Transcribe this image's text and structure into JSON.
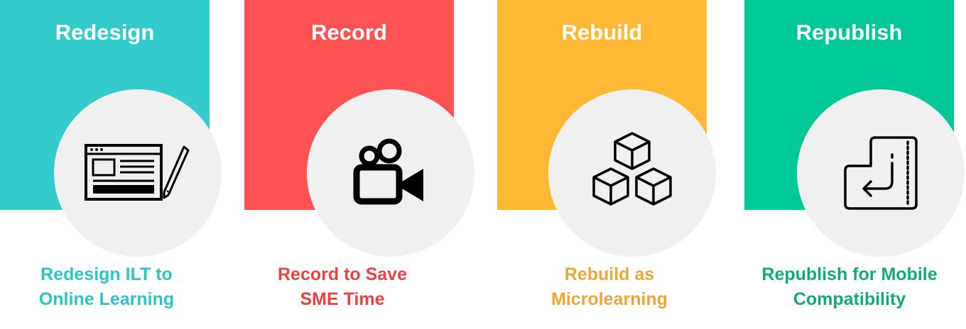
{
  "steps": [
    {
      "title": "Redesign",
      "caption_line1": "Redesign ILT to",
      "caption_line2": "Online Learning",
      "icon": "browser-window-pencil-icon",
      "color": "#33cccc",
      "caption_color": "#2ec4c4"
    },
    {
      "title": "Record",
      "caption_line1": "Record to Save",
      "caption_line2": "SME Time",
      "icon": "video-camera-icon",
      "color": "#ff5252",
      "caption_color": "#e84343"
    },
    {
      "title": "Rebuild",
      "caption_line1": "Rebuild as",
      "caption_line2": "Microlearning",
      "icon": "stacked-cubes-icon",
      "color": "#ffb833",
      "caption_color": "#e8a838"
    },
    {
      "title": "Republish",
      "caption_line1": "Republish for Mobile",
      "caption_line2": "Compatibility",
      "icon": "mobile-rotate-icon",
      "color": "#00c896",
      "caption_color": "#14a87e"
    }
  ]
}
